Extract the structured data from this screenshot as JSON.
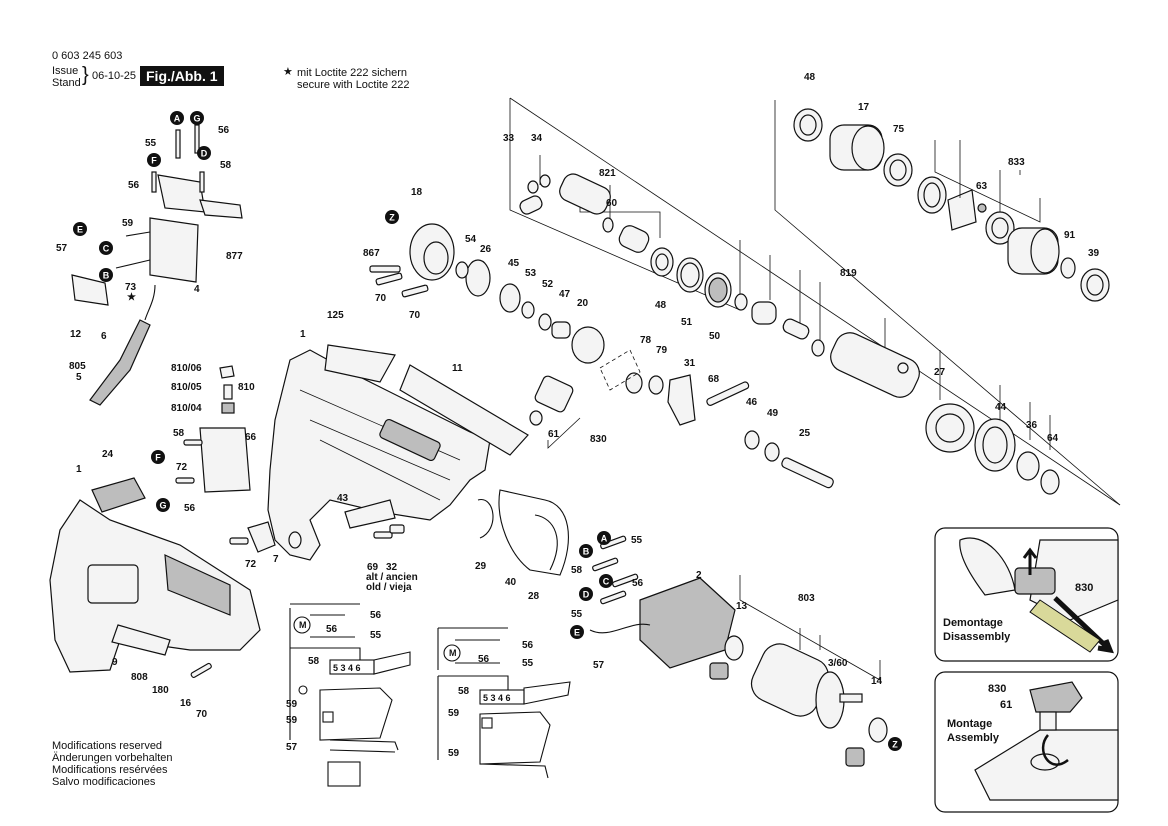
{
  "header": {
    "part_number": "0 603 245 603",
    "issue_label": "Issue",
    "stand_label": "Stand",
    "date": "06-10-25",
    "figure": "Fig./Abb. 1"
  },
  "loctite_note": {
    "line1": "mit Loctite 222 sichern",
    "line2": "secure with Loctite 222"
  },
  "footer": {
    "lines": [
      "Modifications reserved",
      "Änderungen vorbehalten",
      "Modifications resérvées",
      "Salvo modificaciones"
    ]
  },
  "insets": {
    "disassembly": {
      "label1": "Demontage",
      "label2": "Disassembly",
      "part": "830"
    },
    "assembly": {
      "label1": "Montage",
      "label2": "Assembly",
      "parts": [
        "830",
        "61"
      ]
    }
  },
  "letters": [
    "A",
    "B",
    "C",
    "D",
    "E",
    "F",
    "G",
    "Z"
  ],
  "part_labels": {
    "p0603": "48",
    "p17": "17",
    "p75": "75",
    "p833": "833",
    "p63": "63",
    "p91": "91",
    "p39": "39",
    "p33": "33",
    "p34": "34",
    "p821": "821",
    "p60": "60",
    "p48b": "48",
    "p51": "51",
    "p50": "50",
    "p819": "819",
    "p27": "27",
    "p44": "44",
    "p36": "36",
    "p64": "64",
    "p68": "68",
    "p46": "46",
    "p49": "49",
    "p25": "25",
    "p31": "31",
    "p78": "78",
    "p79": "79",
    "p20": "20",
    "p47": "47",
    "p52": "52",
    "p53": "53",
    "p45": "45",
    "p26": "26",
    "p54": "54",
    "p18": "18",
    "p867": "867",
    "p70a": "70",
    "p70b": "70",
    "p55a": "55",
    "p56a": "56",
    "p58a": "58",
    "p56b": "56",
    "p59": "59",
    "p877": "877",
    "p57a": "57",
    "p73": "73",
    "p4": "4",
    "p12": "12",
    "p6": "6",
    "p805": "805",
    "p5": "5",
    "p125": "125",
    "p1a": "1",
    "p11": "11",
    "p61": "61",
    "p830": "830",
    "p810_06": "810/06",
    "p810_05": "810/05",
    "p810": "810",
    "p810_04": "810/04",
    "p58b": "58",
    "p66": "66",
    "p72a": "72",
    "p56c": "56",
    "p24": "24",
    "p1b": "1",
    "p43": "43",
    "p72b": "72",
    "p7": "7",
    "p69": "69",
    "p32": "32",
    "p29": "29",
    "p40": "40",
    "p28": "28",
    "p9": "9",
    "p808": "808",
    "p180": "180",
    "p16": "16",
    "p70c": "70",
    "p55b": "55",
    "p58c": "58",
    "p56d": "56",
    "p55c": "55",
    "p57b": "57",
    "p2": "2",
    "p13": "13",
    "p803": "803",
    "p360": "3/60",
    "p14": "14",
    "w56a": "56",
    "w55a": "55",
    "w56b": "56",
    "w58a": "58",
    "w59a": "59",
    "w59b": "59",
    "w57": "57",
    "w56c": "56",
    "w55b": "55",
    "w56d": "56",
    "w58b": "58",
    "w59c": "59",
    "w59d": "59"
  },
  "old_label": {
    "line1": "alt / ancien",
    "line2": "old / vieja"
  },
  "terminal_block": "5 3 4 6",
  "motor_symbol": "M"
}
